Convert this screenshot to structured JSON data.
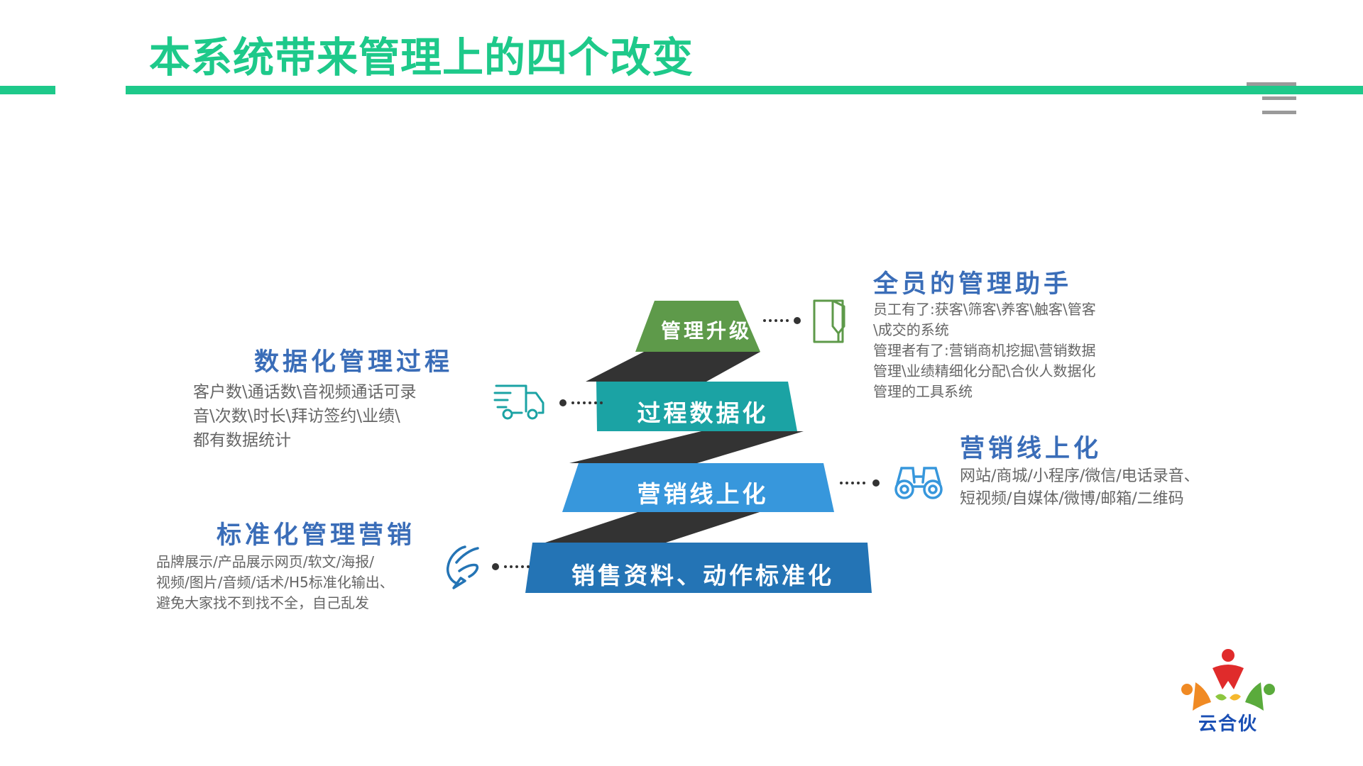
{
  "page_title": "本系统带来管理上的四个改变",
  "pyramid": {
    "tiers": [
      {
        "label": "管理升级",
        "color": "#5e9a4a"
      },
      {
        "label": "过程数据化",
        "color": "#1ba3a4"
      },
      {
        "label": "营销线上化",
        "color": "#3797dc"
      },
      {
        "label": "销售资料、动作标准化",
        "color": "#2474b5"
      }
    ]
  },
  "sections": {
    "management_assistant": {
      "heading": "全员的管理助手",
      "lines": [
        "员工有了:获客\\筛客\\养客\\触客\\管客",
        "\\成交的系统",
        "管理者有了:营销商机挖掘\\营销数据",
        "管理\\业绩精细化分配\\合伙人数据化",
        "管理的工具系统"
      ]
    },
    "data_process": {
      "heading": "数据化管理过程",
      "lines": [
        "客户数\\通话数\\音视频通话可录",
        "音\\次数\\时长\\拜访签约\\业绩\\",
        "都有数据统计"
      ]
    },
    "online_marketing": {
      "heading": "营销线上化",
      "lines": [
        "网站/商城/小程序/微信/电话录音、",
        "短视频/自媒体/微博/邮箱/二维码"
      ]
    },
    "standardized_marketing": {
      "heading": "标准化管理营销",
      "lines": [
        "品牌展示/产品展示网页/软文/海报/",
        "视频/图片/音频/话术/H5标准化输出、",
        "避免大家找不到找不全，自己乱发"
      ]
    }
  },
  "logo": {
    "text": "云合伙",
    "colors": {
      "red": "#e02b2b",
      "orange": "#f08a24",
      "green": "#5aab3c",
      "text_blue": "#1a4fb4"
    }
  },
  "colors": {
    "accent_green": "#1ec98a",
    "heading_blue": "#3a6db8",
    "dark_band": "#333333"
  }
}
